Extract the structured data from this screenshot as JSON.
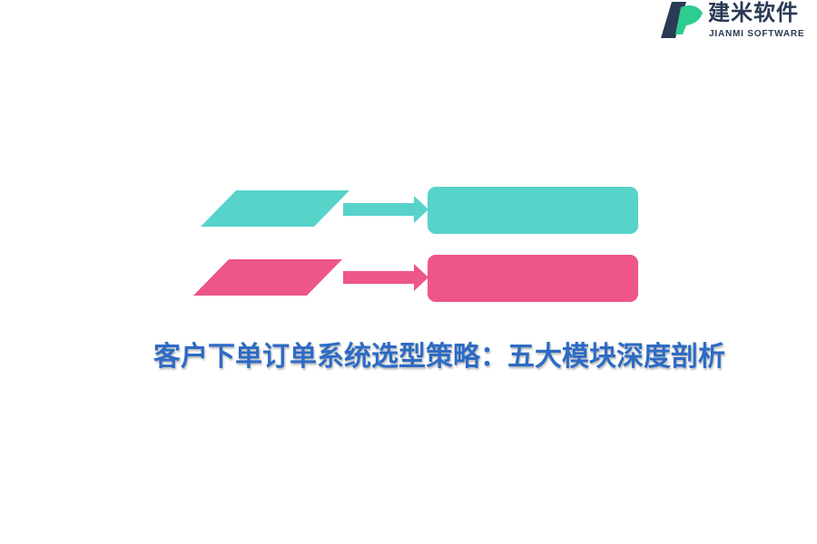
{
  "logo": {
    "name": "建米软件",
    "subtitle": "JIANMI SOFTWARE",
    "colors": {
      "dark": "#2b3a55",
      "accent": "#2ecc8f"
    }
  },
  "rows": [
    {
      "color": "#57d3ca",
      "label": ""
    },
    {
      "color": "#ee5588",
      "label": ""
    }
  ],
  "caption": "客户下单订单系统选型策略：五大模块深度剖析",
  "caption_color": "#2d6bc4"
}
